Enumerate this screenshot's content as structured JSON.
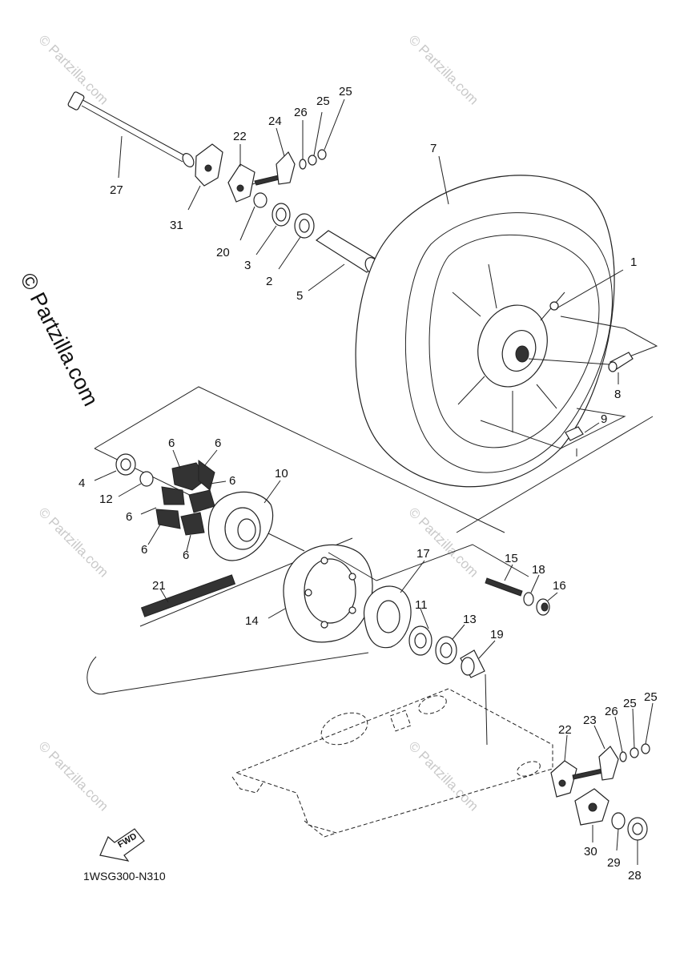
{
  "watermark": {
    "text": "© Partzilla.com",
    "large_text": "© Partzilla.com"
  },
  "diagram_code": "1WSG300-N310",
  "fwd_label": "FWD",
  "callouts": [
    {
      "id": "c1",
      "label": "1"
    },
    {
      "id": "c2",
      "label": "2"
    },
    {
      "id": "c3",
      "label": "3"
    },
    {
      "id": "c4",
      "label": "4"
    },
    {
      "id": "c5",
      "label": "5"
    },
    {
      "id": "c6a",
      "label": "6"
    },
    {
      "id": "c6b",
      "label": "6"
    },
    {
      "id": "c6c",
      "label": "6"
    },
    {
      "id": "c6d",
      "label": "6"
    },
    {
      "id": "c6e",
      "label": "6"
    },
    {
      "id": "c6f",
      "label": "6"
    },
    {
      "id": "c7",
      "label": "7"
    },
    {
      "id": "c8",
      "label": "8"
    },
    {
      "id": "c9",
      "label": "9"
    },
    {
      "id": "c10",
      "label": "10"
    },
    {
      "id": "c11",
      "label": "11"
    },
    {
      "id": "c12",
      "label": "12"
    },
    {
      "id": "c13",
      "label": "13"
    },
    {
      "id": "c14",
      "label": "14"
    },
    {
      "id": "c15",
      "label": "15"
    },
    {
      "id": "c16",
      "label": "16"
    },
    {
      "id": "c17",
      "label": "17"
    },
    {
      "id": "c18",
      "label": "18"
    },
    {
      "id": "c19",
      "label": "19"
    },
    {
      "id": "c20",
      "label": "20"
    },
    {
      "id": "c21",
      "label": "21"
    },
    {
      "id": "c22a",
      "label": "22"
    },
    {
      "id": "c22b",
      "label": "22"
    },
    {
      "id": "c23",
      "label": "23"
    },
    {
      "id": "c24",
      "label": "24"
    },
    {
      "id": "c25a",
      "label": "25"
    },
    {
      "id": "c25b",
      "label": "25"
    },
    {
      "id": "c25c",
      "label": "25"
    },
    {
      "id": "c25d",
      "label": "25"
    },
    {
      "id": "c26a",
      "label": "26"
    },
    {
      "id": "c26b",
      "label": "26"
    },
    {
      "id": "c27",
      "label": "27"
    },
    {
      "id": "c28",
      "label": "28"
    },
    {
      "id": "c29",
      "label": "29"
    },
    {
      "id": "c30",
      "label": "30"
    },
    {
      "id": "c31",
      "label": "31"
    }
  ]
}
